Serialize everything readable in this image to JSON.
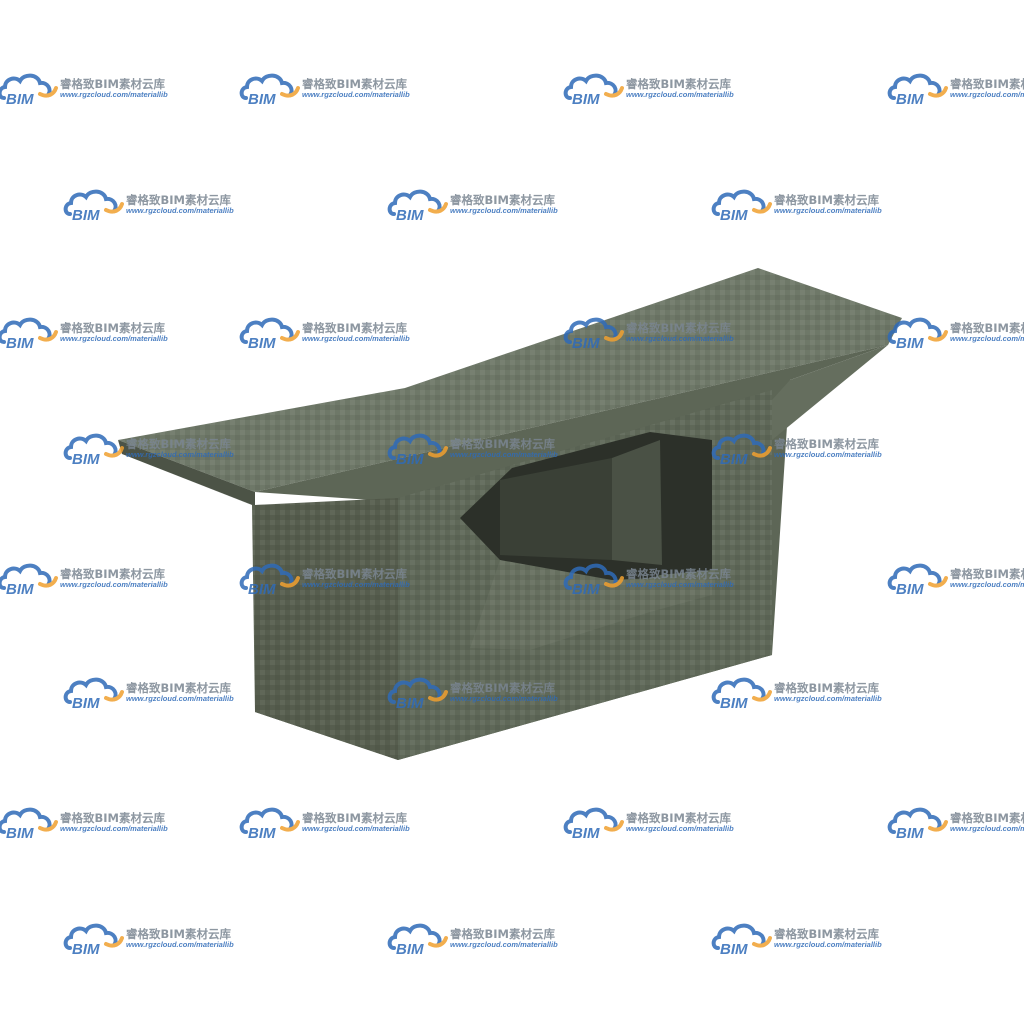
{
  "watermark": {
    "logo_text": "BIM",
    "title": "睿格致BIM素材云库",
    "url": "www.rgzcloud.com/materiallib",
    "colors": {
      "cloud": "#2f6bb8",
      "swoosh": "#f0a030",
      "text": "#7a8591"
    }
  },
  "model": {
    "subject": "box-girder-segment",
    "colors": {
      "top": "#6e7868",
      "side_front": "#5d6656",
      "side_left": "#596151",
      "opening": "#2c3029"
    }
  }
}
